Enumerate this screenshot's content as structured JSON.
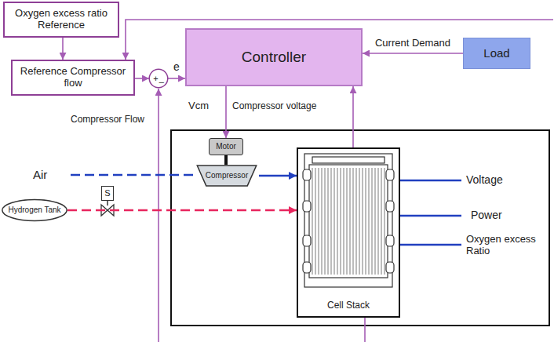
{
  "diagram": {
    "nodes": [
      {
        "text": [
          "Oxygen excess ratio Reference"
        ]
      },
      {
        "text": [
          "Reference Compressor flow"
        ]
      },
      {
        "text": [
          "+",
          "_"
        ]
      },
      {
        "text": [
          "Controller"
        ]
      },
      {
        "text": [
          "Load"
        ]
      },
      {
        "text": [
          "Motor"
        ]
      },
      {
        "text": [
          "Compressor"
        ]
      },
      {
        "text": [
          "Cell Stack"
        ]
      },
      {
        "text": [
          "Hydrogen Tank"
        ]
      },
      {
        "text": [
          "S"
        ]
      }
    ],
    "edges": [
      {
        "from": 0,
        "to": 1,
        "arrow": "to"
      },
      {
        "from": 1,
        "to": 2,
        "arrow": "to"
      },
      {
        "from": 2,
        "to": 3,
        "label": "e",
        "arrow": "to"
      },
      {
        "from": 4,
        "to": 3,
        "label": "Current Demand",
        "arrow": "to"
      },
      {
        "from": 3,
        "to": 5,
        "arrow": "to"
      },
      {
        "from": 7,
        "to": 3,
        "arrow": "to"
      },
      {
        "from": 5,
        "to": 6,
        "arrow": "none"
      },
      {
        "from": 6,
        "to": 7,
        "arrow": "to"
      },
      {
        "from": 8,
        "to": 7,
        "arrow": "to"
      }
    ],
    "labels": [
      "Compressor Flow",
      "Vcm",
      "Compressor voltage",
      "Air",
      "Voltage",
      "Power",
      "Oxygen excess Ratio"
    ]
  }
}
